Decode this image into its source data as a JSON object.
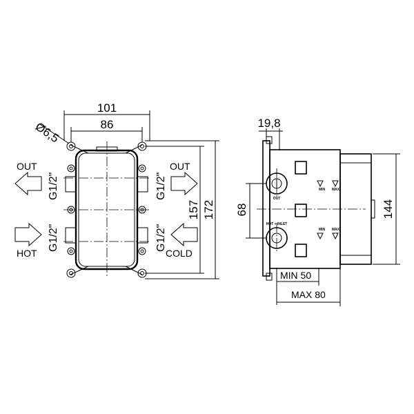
{
  "dimensions": {
    "width_outer": "101",
    "width_inner": "86",
    "hole_diameter": "Ø6,5",
    "height_inner": "157",
    "height_outer": "172",
    "depth_front": "19,8",
    "port_spacing": "68",
    "side_height": "144",
    "depth_min": "MIN 50",
    "depth_max": "MAX 80"
  },
  "connections": {
    "out_left": "OUT",
    "out_right": "OUT",
    "hot": "HOT",
    "cold": "COLD",
    "thread": "G1/2\""
  },
  "side_labels": {
    "port_out": "OUT",
    "port_inlet": "HOT + INLET",
    "min": "MIN",
    "max": "MAX"
  }
}
